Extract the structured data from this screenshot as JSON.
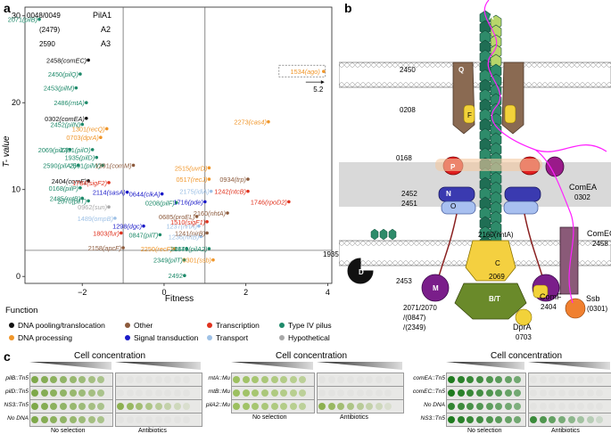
{
  "panels": {
    "a": "a",
    "b": "b",
    "c": "c"
  },
  "chart_data": {
    "type": "scatter",
    "xlabel": "Fitness",
    "ylabel": "T- value",
    "xlim": [
      -3.4,
      4.1
    ],
    "ylim": [
      -0.8,
      31
    ],
    "xticks": [
      -2,
      0,
      2,
      4
    ],
    "yticks": [
      0,
      10,
      20,
      30
    ],
    "vlines": [
      -1,
      1
    ],
    "hline": 3,
    "colors": {
      "pooling": "#111111",
      "processing": "#f0962a",
      "other": "#8c5a3c",
      "signal": "#1a1ac8",
      "transcription": "#e0321e",
      "transport": "#9ec1e6",
      "pilus": "#1e8a6a",
      "hypothetical": "#a8a8a8"
    },
    "points": [
      {
        "label": "2071(pilB)",
        "x": -3.05,
        "y": 29.6,
        "cat": "pilus"
      },
      {
        "label": "2458(comEC)",
        "x": -1.85,
        "y": 24.9,
        "cat": "pooling"
      },
      {
        "label": "2450(pilQ)",
        "x": -2.05,
        "y": 23.3,
        "cat": "pilus"
      },
      {
        "label": "2453(pilM)",
        "x": -2.15,
        "y": 21.7,
        "cat": "pilus"
      },
      {
        "label": "2486(rntA)",
        "x": -1.9,
        "y": 20.0,
        "cat": "pilus"
      },
      {
        "label": "0302(comEA)",
        "x": -1.9,
        "y": 18.2,
        "cat": "pooling"
      },
      {
        "label": "2452(pilN)",
        "x": -2.0,
        "y": 17.5,
        "cat": "pilus"
      },
      {
        "label": "1301(recQ)",
        "x": -1.4,
        "y": 17.0,
        "cat": "processing"
      },
      {
        "label": "0703(dprA)",
        "x": -1.55,
        "y": 16.0,
        "cat": "processing"
      },
      {
        "label": "2069(pilC)",
        "x": -2.3,
        "y": 14.6,
        "cat": "pilus"
      },
      {
        "label": "2451(pilO)",
        "x": -1.75,
        "y": 14.6,
        "cat": "pilus"
      },
      {
        "label": "1935(pilD)",
        "x": -1.65,
        "y": 13.7,
        "cat": "pilus"
      },
      {
        "label": "2590(pilA3)",
        "x": -2.1,
        "y": 12.8,
        "cat": "pilus"
      },
      {
        "label": "2591(pilW)",
        "x": -1.5,
        "y": 12.8,
        "cat": "pilus"
      },
      {
        "label": "1391(comM)",
        "x": -0.75,
        "y": 12.8,
        "cat": "other"
      },
      {
        "label": "2404(comF)",
        "x": -1.85,
        "y": 11.0,
        "cat": "pooling"
      },
      {
        "label": "1784(sigF2)",
        "x": -1.35,
        "y": 10.8,
        "cat": "transcription"
      },
      {
        "label": "0168(pilP)",
        "x": -2.05,
        "y": 10.2,
        "cat": "pilus"
      },
      {
        "label": "2114(sasA)",
        "x": -0.9,
        "y": 9.7,
        "cat": "signal"
      },
      {
        "label": "0644(cikA)",
        "x": -0.05,
        "y": 9.5,
        "cat": "signal"
      },
      {
        "label": "2485(rntB)",
        "x": -2.0,
        "y": 9.0,
        "cat": "pilus"
      },
      {
        "label": "2070(pilT)",
        "x": -1.85,
        "y": 8.7,
        "cat": "pilus"
      },
      {
        "label": "0208(pilF)",
        "x": 0.3,
        "y": 8.5,
        "cat": "pilus"
      },
      {
        "label": "0962(sun)",
        "x": -1.35,
        "y": 8.0,
        "cat": "hypothetical"
      },
      {
        "label": "1489(ompB)",
        "x": -1.2,
        "y": 6.7,
        "cat": "transport"
      },
      {
        "label": "0685(proEL)",
        "x": 0.8,
        "y": 6.9,
        "cat": "other"
      },
      {
        "label": "1298(dgc)",
        "x": -0.5,
        "y": 5.8,
        "cat": "signal"
      },
      {
        "label": "1237(nrtA)",
        "x": 0.85,
        "y": 5.8,
        "cat": "transport"
      },
      {
        "label": "1803(fur)",
        "x": -1.05,
        "y": 5.0,
        "cat": "transcription"
      },
      {
        "label": "0847(pilT)",
        "x": -0.1,
        "y": 4.8,
        "cat": "pilus"
      },
      {
        "label": "1236(nrtB)",
        "x": 0.9,
        "y": 4.6,
        "cat": "transport"
      },
      {
        "label": "2158(apcF)",
        "x": -1.0,
        "y": 3.3,
        "cat": "other"
      },
      {
        "label": "2250(recF)",
        "x": 0.25,
        "y": 3.2,
        "cat": "processing"
      },
      {
        "label": "2484",
        "x": 0.55,
        "y": 3.2,
        "cat": "pilus"
      },
      {
        "label": "2479(pilA2)",
        "x": 1.1,
        "y": 3.2,
        "cat": "pilus"
      },
      {
        "label": "2349(pilT)",
        "x": 0.5,
        "y": 1.9,
        "cat": "pilus"
      },
      {
        "label": "0301(ssb)",
        "x": 1.2,
        "y": 1.9,
        "cat": "processing"
      },
      {
        "label": "2492",
        "x": 0.5,
        "y": 0.1,
        "cat": "pilus"
      },
      {
        "label": "1534(ago)",
        "x": 3.9,
        "y": 23.6,
        "cat": "processing"
      },
      {
        "label": "2273(cas4)",
        "x": 2.55,
        "y": 17.8,
        "cat": "processing"
      },
      {
        "label": "2515(uvrD)",
        "x": 1.1,
        "y": 12.5,
        "cat": "processing"
      },
      {
        "label": "0517(recJ)",
        "x": 1.1,
        "y": 11.2,
        "cat": "processing"
      },
      {
        "label": "0934(trp)",
        "x": 2.05,
        "y": 11.2,
        "cat": "other"
      },
      {
        "label": "2175(idiA)",
        "x": 1.15,
        "y": 9.8,
        "cat": "transport"
      },
      {
        "label": "1242(ntcB)",
        "x": 2.05,
        "y": 9.8,
        "cat": "transcription"
      },
      {
        "label": "1716(pde)",
        "x": 1.0,
        "y": 8.6,
        "cat": "signal"
      },
      {
        "label": "1746(rpoD2)",
        "x": 3.05,
        "y": 8.6,
        "cat": "transcription"
      },
      {
        "label": "2160(nhtA)",
        "x": 1.55,
        "y": 7.3,
        "cat": "other"
      },
      {
        "label": "1510(sigF1)",
        "x": 1.05,
        "y": 6.3,
        "cat": "transcription"
      },
      {
        "label": "1241(nirB)",
        "x": 1.05,
        "y": 5.0,
        "cat": "other"
      }
    ],
    "annotation": {
      "value": "5.2"
    }
  },
  "legend": {
    "title": "Function",
    "items": [
      {
        "label": "DNA pooling/translocation",
        "color": "#111111"
      },
      {
        "label": "Other",
        "color": "#8c5a3c"
      },
      {
        "label": "Transcription",
        "color": "#e0321e"
      },
      {
        "label": "Type IV pilus",
        "color": "#1e8a6a"
      },
      {
        "label": "DNA processing",
        "color": "#f0962a"
      },
      {
        "label": "Signal transduction",
        "color": "#1a1ac8"
      },
      {
        "label": "Transport",
        "color": "#9ec1e6"
      },
      {
        "label": "Hypothetical",
        "color": "#a8a8a8"
      }
    ]
  },
  "model": {
    "pil_ids": [
      "0048/0049",
      "(2479)",
      "2590"
    ],
    "pil_names": [
      "PilA1",
      "A2",
      "A3"
    ],
    "pilin_letter": "A",
    "labels": {
      "q_id": "2450",
      "q_letter": "Q",
      "f_id": "0208",
      "f_letter": "F",
      "p_id": "0168",
      "p_letter": "P",
      "comea_name": "ComEA",
      "comea_id": "0302",
      "n_ids": "2452\n2451",
      "n_letter": "N",
      "o_letter": "O",
      "t_id": "2160(nhtA)",
      "comec_name": "ComEC",
      "comec_id": "2458",
      "d_id": "1935",
      "d_letter": "D",
      "c_letter": "C",
      "c_id": "2069",
      "m_id": "2453",
      "m_letter": "M",
      "bt_letter": "B/T",
      "atpase_ids": "2071/2070\n/(0847)\n/(2349)",
      "comf_name": "ComF",
      "comf_id": "2404",
      "ssb_name": "Ssb",
      "ssb_id": "(0301)",
      "dpra_name": "DprA",
      "dpra_id": "0703"
    }
  },
  "plates": {
    "title": "Cell concentration",
    "cond_no_selection": "No selection",
    "cond_antibiotics": "Antibiotics",
    "groups": [
      {
        "rows": [
          "pilB::Tn5",
          "pilD::Tn5",
          "NS3::Tn5",
          "No DNA"
        ]
      },
      {
        "rows": [
          "rntA::Mu",
          "rntB::Mu",
          "pilA2::Mu"
        ]
      },
      {
        "rows": [
          "comEA::Tn5",
          "comEC::Tn5",
          "No DNA",
          "NS3::Tn5"
        ]
      }
    ]
  }
}
